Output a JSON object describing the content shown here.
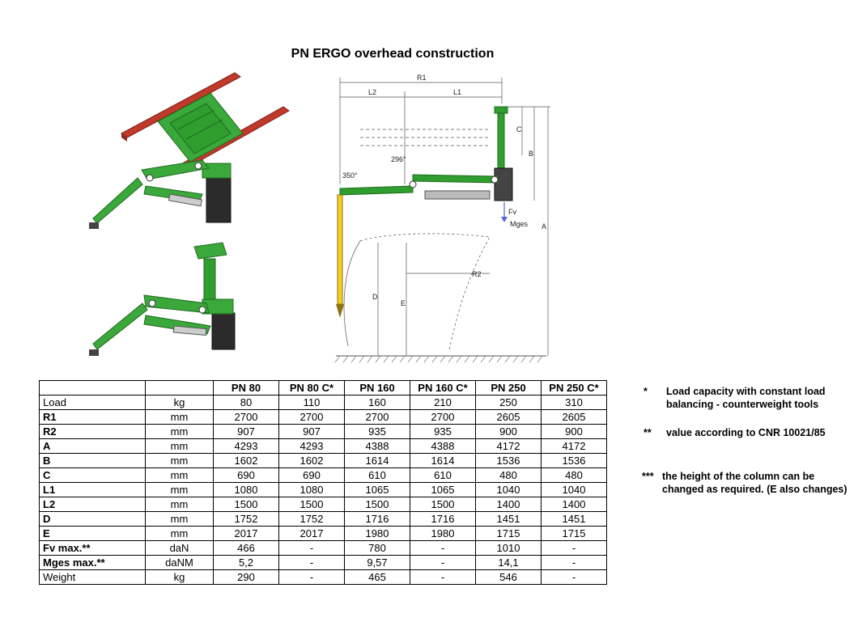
{
  "title": "PN ERGO overhead construction",
  "diagram_labels": {
    "r1": "R1",
    "l2": "L2",
    "l1": "L1",
    "r2": "R2",
    "a": "A",
    "b": "B",
    "c": "C",
    "d": "D",
    "e": "E",
    "fv": "Fv",
    "mges": "Mges",
    "angle1": "350°",
    "angle2": "296°"
  },
  "colors": {
    "green": "#2f9e2f",
    "red": "#c0392b",
    "yellow": "#f2d024",
    "dark": "#333333"
  },
  "table": {
    "headers": [
      "PN 80",
      "PN 80 C*",
      "PN 160",
      "PN 160 C*",
      "PN 250",
      "PN 250 C*"
    ],
    "rows": [
      {
        "label": "Load",
        "unit": "kg",
        "values": [
          "80",
          "110",
          "160",
          "210",
          "250",
          "310"
        ]
      },
      {
        "label": "R1",
        "unit": "mm",
        "values": [
          "2700",
          "2700",
          "2700",
          "2700",
          "2605",
          "2605"
        ]
      },
      {
        "label": "R2",
        "unit": "mm",
        "values": [
          "907",
          "907",
          "935",
          "935",
          "900",
          "900"
        ]
      },
      {
        "label": "A",
        "unit": "mm",
        "values": [
          "4293",
          "4293",
          "4388",
          "4388",
          "4172",
          "4172"
        ]
      },
      {
        "label": "B",
        "unit": "mm",
        "values": [
          "1602",
          "1602",
          "1614",
          "1614",
          "1536",
          "1536"
        ]
      },
      {
        "label": "C",
        "unit": "mm",
        "values": [
          "690",
          "690",
          "610",
          "610",
          "480",
          "480"
        ]
      },
      {
        "label": "L1",
        "unit": "mm",
        "values": [
          "1080",
          "1080",
          "1065",
          "1065",
          "1040",
          "1040"
        ]
      },
      {
        "label": "L2",
        "unit": "mm",
        "values": [
          "1500",
          "1500",
          "1500",
          "1500",
          "1400",
          "1400"
        ]
      },
      {
        "label": "D",
        "unit": "mm",
        "values": [
          "1752",
          "1752",
          "1716",
          "1716",
          "1451",
          "1451"
        ]
      },
      {
        "label": "E",
        "unit": "mm",
        "values": [
          "2017",
          "2017",
          "1980",
          "1980",
          "1715",
          "1715"
        ]
      },
      {
        "label": "Fv max.**",
        "unit": "daN",
        "values": [
          "466",
          "-",
          "780",
          "-",
          "1010",
          "-"
        ]
      },
      {
        "label": "Mges max.**",
        "unit": "daNM",
        "values": [
          "5,2",
          "-",
          "9,57",
          "-",
          "14,1",
          "-"
        ]
      },
      {
        "label": "Weight",
        "unit": "kg",
        "values": [
          "290",
          "-",
          "465",
          "-",
          "546",
          "-"
        ]
      }
    ]
  },
  "notes": [
    {
      "mark": "*",
      "text1": "Load capacity with constant load",
      "text2": "balancing - counterweight tools"
    },
    {
      "mark": "**",
      "text1": "value according to CNR 10021/85",
      "text2": ""
    },
    {
      "mark": "***",
      "text1": "the height of the column can be",
      "text2": "changed as required. (E also changes)"
    }
  ]
}
